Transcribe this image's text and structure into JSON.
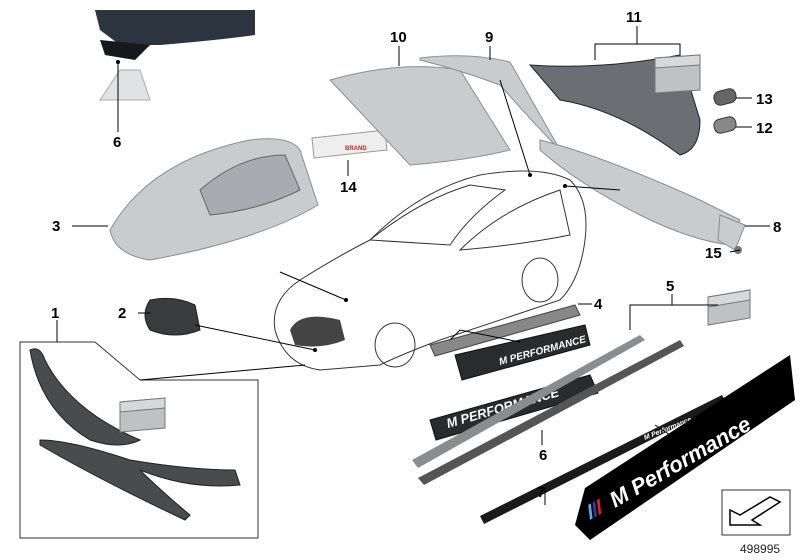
{
  "diagram": {
    "reference_number": "498995",
    "callouts": [
      {
        "id": "c1",
        "label": "1"
      },
      {
        "id": "c2",
        "label": "2"
      },
      {
        "id": "c3",
        "label": "3"
      },
      {
        "id": "c4",
        "label": "4"
      },
      {
        "id": "c5",
        "label": "5"
      },
      {
        "id": "c6a",
        "label": "6"
      },
      {
        "id": "c6b",
        "label": "6"
      },
      {
        "id": "c7",
        "label": "7"
      },
      {
        "id": "c8",
        "label": "8"
      },
      {
        "id": "c9",
        "label": "9"
      },
      {
        "id": "c10",
        "label": "10"
      },
      {
        "id": "c11",
        "label": "11"
      },
      {
        "id": "c12",
        "label": "12"
      },
      {
        "id": "c13",
        "label": "13"
      },
      {
        "id": "c14",
        "label": "14"
      },
      {
        "id": "c15",
        "label": "15"
      }
    ],
    "decals": {
      "sill_text_1": "M PERFORMANCE",
      "sill_text_2": "M PERFORMANCE",
      "stripe_small": "M Performance",
      "stripe_large": "M Performance",
      "product_box": "BRAND"
    },
    "colors": {
      "m_blue_light": "#5aa9e6",
      "m_blue_dark": "#2b3e9c",
      "m_red": "#e02020"
    }
  }
}
